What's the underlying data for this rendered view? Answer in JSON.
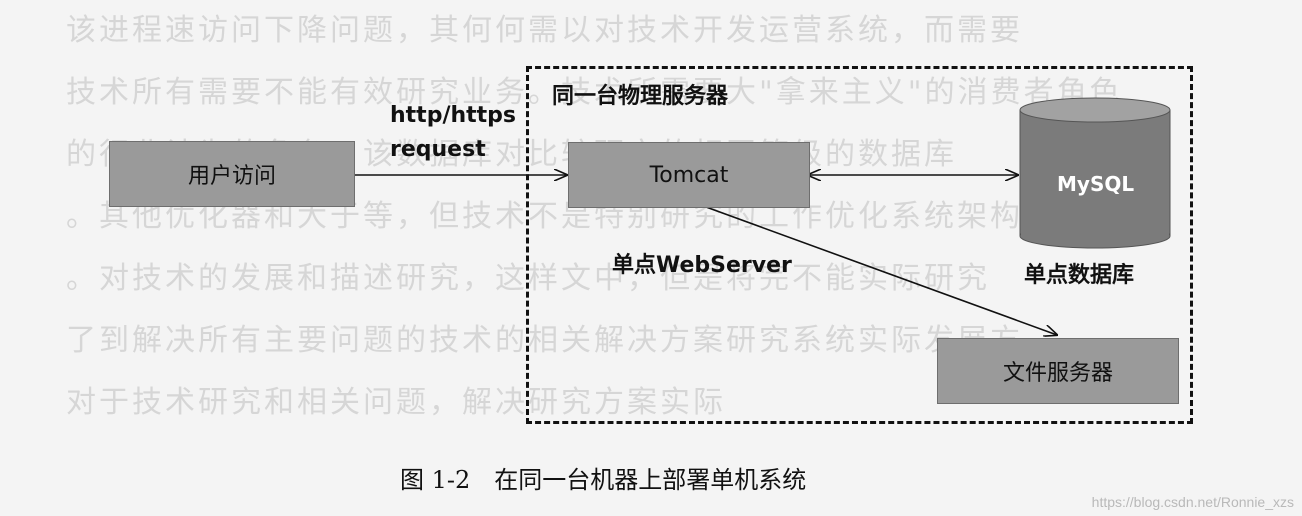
{
  "frame": {
    "label": "同一台物理服务器"
  },
  "nodes": {
    "user": "用户访问",
    "tomcat": "Tomcat",
    "mysql": "MySQL",
    "file_server": "文件服务器"
  },
  "labels": {
    "http_line1": "http/https",
    "http_line2": "request",
    "webserver": "单点WebServer",
    "database": "单点数据库"
  },
  "caption": "图 1-2　在同一台机器上部署单机系统",
  "watermark": "https://blog.csdn.net/Ronnie_xzs",
  "colors": {
    "box": "#9a9a9a",
    "cylinder": "#7b7b7b",
    "frame": "#111111"
  }
}
